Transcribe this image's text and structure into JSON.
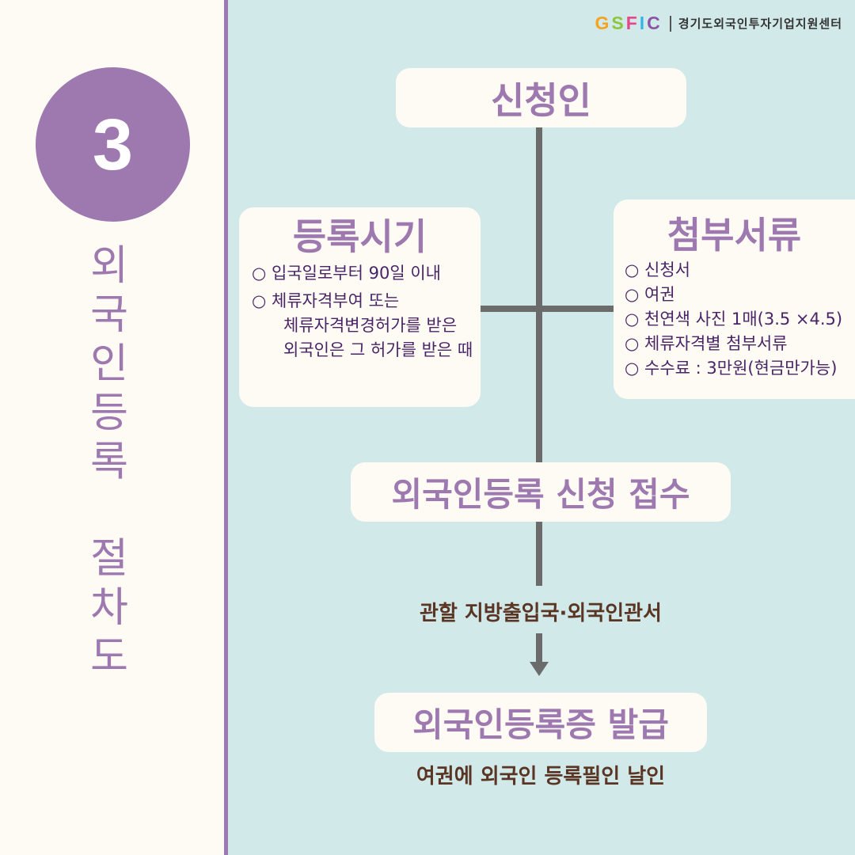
{
  "step": {
    "number": "3",
    "title_chars": [
      "외",
      "국",
      "인",
      "등",
      "록"
    ],
    "title_chars2": [
      "절",
      "차",
      "도"
    ]
  },
  "logo": {
    "mark": [
      {
        "char": "G",
        "color": "#f5a21f"
      },
      {
        "char": "S",
        "color": "#8cc63f"
      },
      {
        "char": "F",
        "color": "#e5468c"
      },
      {
        "char": "I",
        "color": "#33b5e5"
      },
      {
        "char": "C",
        "color": "#8a55a4"
      }
    ],
    "org": "경기도외국인투자기업지원센터"
  },
  "applicant": {
    "title": "신청인"
  },
  "timing": {
    "title": "등록시기",
    "items": [
      {
        "mark": "○",
        "text": "입국일로부터 90일 이내"
      },
      {
        "mark": "○",
        "text": "체류자격부여 또는"
      }
    ],
    "continuation": [
      "체류자격변경허가를 받은",
      "외국인은 그 허가를 받은 때"
    ]
  },
  "documents": {
    "title": "첨부서류",
    "items": [
      {
        "mark": "○",
        "text": "신청서"
      },
      {
        "mark": "○",
        "text": "여권"
      },
      {
        "mark": "○",
        "text": "천연색 사진 1매(3.5 ×4.5)"
      },
      {
        "mark": "○",
        "text": "체류자격별 첨부서류"
      },
      {
        "mark": "○",
        "text": "수수료 : 3만원(현금만가능)"
      }
    ]
  },
  "reception": {
    "title": "외국인등록 신청 접수",
    "office": "관할 지방출입국·외국인관서"
  },
  "issuance": {
    "title": "외국인등록증 발급",
    "note": "여권에 외국인 등록필인 날인"
  },
  "colors": {
    "accent": "#9e79b0",
    "background": "#d2e9e9",
    "box": "#fdfbf4",
    "connector": "#6b6b6b",
    "label": "#5a3524"
  }
}
